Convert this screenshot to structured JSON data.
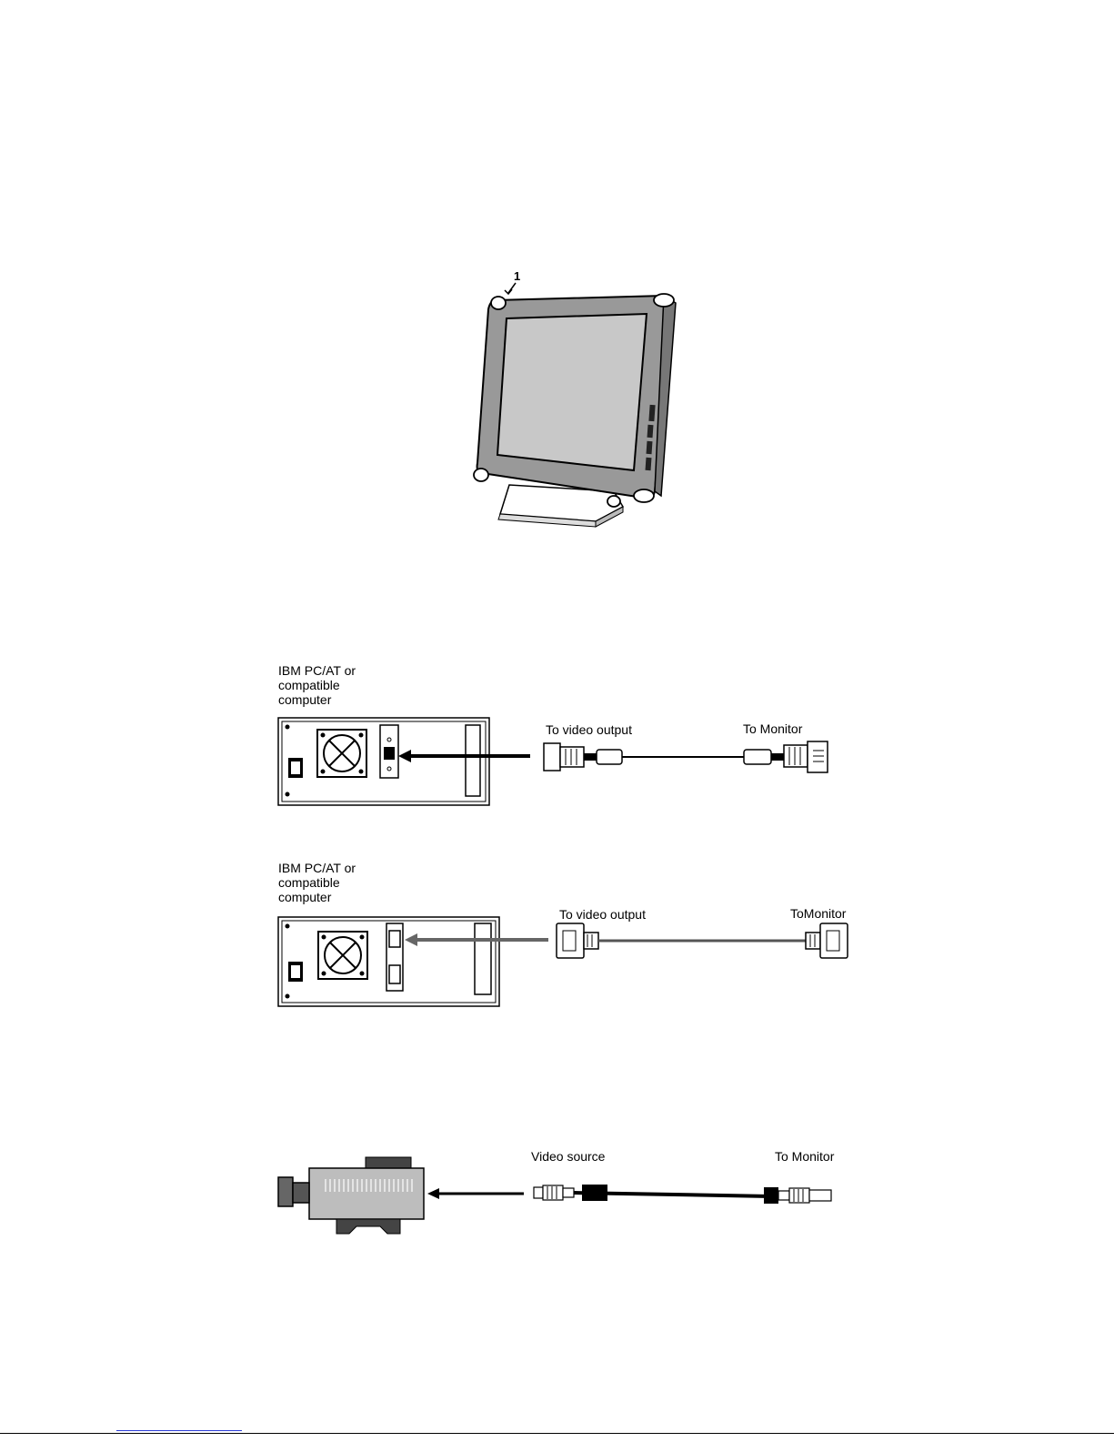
{
  "monitor": {
    "callout_number": "1"
  },
  "vga_diagram": {
    "computer_label_lines": [
      "IBM PC/AT or",
      "compatible",
      "computer"
    ],
    "cable_left_label": "To video output",
    "cable_right_label": "To Monitor"
  },
  "dvi_diagram": {
    "computer_label_lines": [
      "IBM PC/AT or",
      "compatible",
      "computer"
    ],
    "cable_left_label": "To video output",
    "cable_right_label": "ToMonitor"
  },
  "video_diagram": {
    "cable_left_label": "Video source",
    "cable_right_label": "To Monitor"
  },
  "colors": {
    "line": "#000000",
    "screen_gray": "#c8c8c8",
    "bezel_gray": "#999999",
    "link_blue": "#2a3dd6"
  }
}
